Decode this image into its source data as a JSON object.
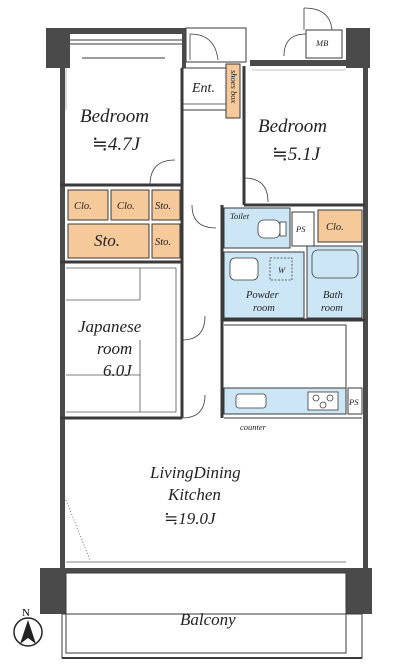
{
  "rooms": {
    "bedroom_left": {
      "name": "Bedroom",
      "size": "≒4.7J"
    },
    "bedroom_right": {
      "name": "Bedroom",
      "size": "≒5.1J"
    },
    "japanese": {
      "line1": "Japanese",
      "line2": "room",
      "line3": "6.0J"
    },
    "ldk": {
      "line1": "LivingDining",
      "line2": "Kitchen",
      "line3": "≒19.0J"
    },
    "balcony": {
      "name": "Balcony"
    },
    "entrance": {
      "name": "Ent."
    },
    "shoes_box": {
      "name": "shoes box"
    },
    "mb": {
      "name": "MB"
    },
    "toilet": {
      "name": "Toilet"
    },
    "ps_top": {
      "name": "PS"
    },
    "ps_kitchen": {
      "name": "PS"
    },
    "powder": {
      "line1": "Powder",
      "line2": "room"
    },
    "washer": {
      "name": "W"
    },
    "bath": {
      "line1": "Bath",
      "line2": "room"
    },
    "counter": {
      "name": "counter"
    }
  },
  "storage": {
    "clo1": "Clo.",
    "clo2": "Clo.",
    "sto_small1": "Sto.",
    "sto_big": "Sto.",
    "sto_small2": "Sto.",
    "clo_right": "Clo."
  },
  "compass": {
    "label": "N"
  },
  "colors": {
    "storage": "#f5c99a",
    "wet_area": "#cde6f5",
    "wall": "#4a4a4a"
  }
}
